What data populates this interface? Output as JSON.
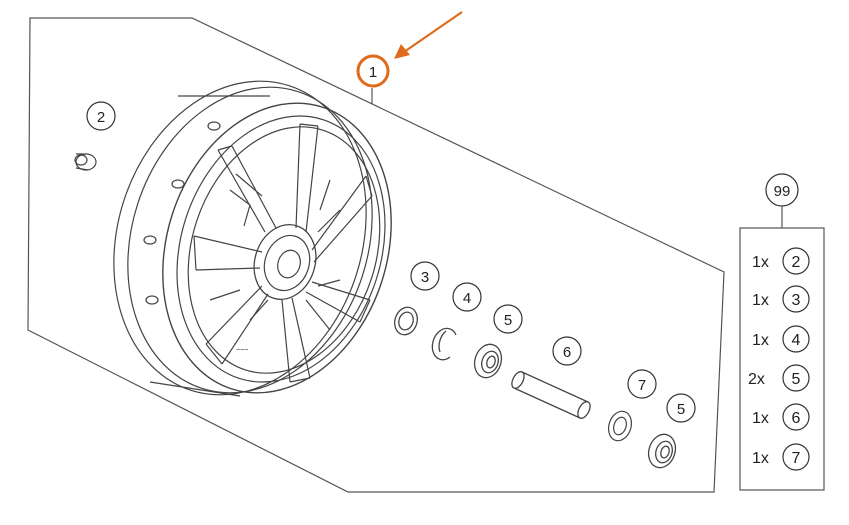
{
  "diagram": {
    "highlight_color": "#e06a1b",
    "line_color": "#333333",
    "callouts": [
      {
        "id": "c1",
        "label": "1",
        "highlighted": true
      },
      {
        "id": "c2",
        "label": "2"
      },
      {
        "id": "c3",
        "label": "3"
      },
      {
        "id": "c4",
        "label": "4"
      },
      {
        "id": "c5a",
        "label": "5"
      },
      {
        "id": "c6",
        "label": "6"
      },
      {
        "id": "c7",
        "label": "7"
      },
      {
        "id": "c5b",
        "label": "5"
      }
    ],
    "kit": {
      "label": "99",
      "items": [
        {
          "qty": "1x",
          "part": "2"
        },
        {
          "qty": "1x",
          "part": "3"
        },
        {
          "qty": "1x",
          "part": "4"
        },
        {
          "qty": "2x",
          "part": "5"
        },
        {
          "qty": "1x",
          "part": "6"
        },
        {
          "qty": "1x",
          "part": "7"
        }
      ]
    }
  }
}
